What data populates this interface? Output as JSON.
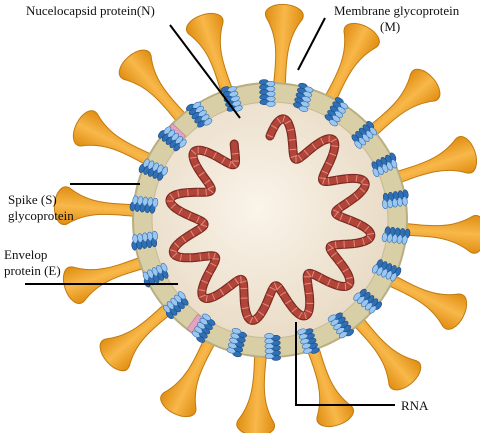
{
  "labels": {
    "nucleocapsid": "Nucelocapsid protein(N)",
    "membrane_line1": "Membrane glycoprotein",
    "membrane_line2": "(M)",
    "spike_line1": "Spike (S)",
    "spike_line2": "glycoprotein",
    "envelope_line1": "Envelop",
    "envelope_line2": "protein (E)",
    "rna": "RNA"
  },
  "colors": {
    "spike_fill": "#f5a623",
    "spike_stroke": "#c07a10",
    "envelope_ring": "#d9cfa6",
    "envelope_edge": "#b9ad82",
    "interior": "#f0e6d6",
    "membrane_protein": "#2f6fb5",
    "membrane_protein_light": "#9cc6ee",
    "nucleocapsid": "#b2453a",
    "nucleocapsid_dark": "#7d2a22",
    "envelope_protein": "#e2a3c4",
    "leader_line": "#000000"
  }
}
